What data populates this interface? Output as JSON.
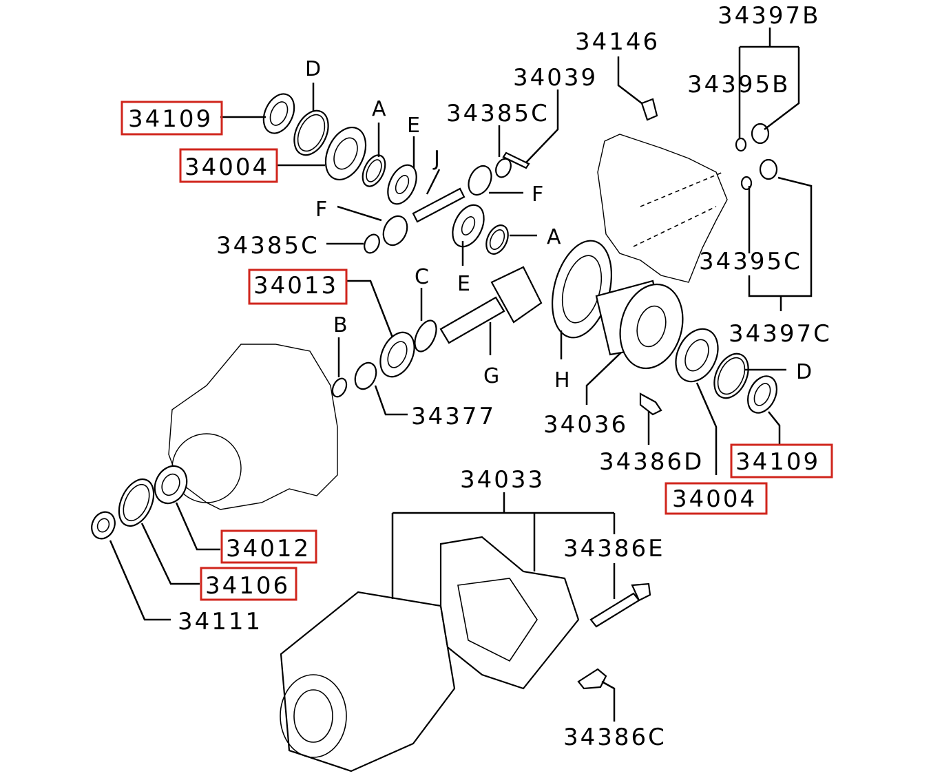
{
  "colors": {
    "highlight": "#d0251c",
    "line": "#000000",
    "background": "#ffffff"
  },
  "labels": {
    "p34109_top": "34109",
    "p34004_top": "34004",
    "d_top": "D",
    "a_top": "A",
    "e_top": "E",
    "j": "J",
    "p34385c_top": "34385C",
    "p34039": "34039",
    "p34146": "34146",
    "p34397b": "34397B",
    "p34395b": "34395B",
    "f_left": "F",
    "f_right": "F",
    "p34385c_left": "34385C",
    "a_right": "A",
    "e_bottom": "E",
    "p34395c": "34395C",
    "p34013": "34013",
    "c": "C",
    "b": "B",
    "g": "G",
    "h": "H",
    "p34397c": "34397C",
    "d_right": "D",
    "p34377": "34377",
    "p34036": "34036",
    "p34386d": "34386D",
    "p34109_right": "34109",
    "p34004_right": "34004",
    "p34033": "34033",
    "p34386e": "34386E",
    "p34012": "34012",
    "p34106": "34106",
    "p34111": "34111",
    "p34386c": "34386C"
  }
}
